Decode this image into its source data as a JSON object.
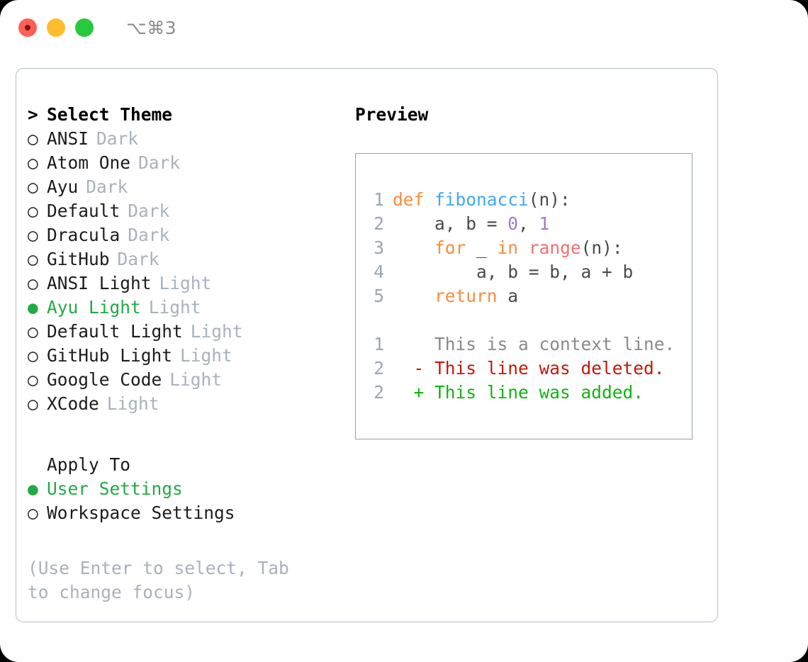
{
  "titlebar": {
    "dots": [
      {
        "name": "close-dot",
        "color": "#ff5f56"
      },
      {
        "name": "minimize-dot",
        "color": "#ffbd2e"
      },
      {
        "name": "maximize-dot",
        "color": "#27c93f"
      }
    ],
    "shortcut": "⌥⌘3"
  },
  "theme_picker": {
    "heading_marker": ">",
    "heading": "Select Theme",
    "items": [
      {
        "marker": "○",
        "label": "ANSI",
        "suffix": "Dark",
        "selected": false
      },
      {
        "marker": "○",
        "label": "Atom One",
        "suffix": "Dark",
        "selected": false
      },
      {
        "marker": "○",
        "label": "Ayu",
        "suffix": "Dark",
        "selected": false
      },
      {
        "marker": "○",
        "label": "Default",
        "suffix": "Dark",
        "selected": false
      },
      {
        "marker": "○",
        "label": "Dracula",
        "suffix": "Dark",
        "selected": false
      },
      {
        "marker": "○",
        "label": "GitHub",
        "suffix": "Dark",
        "selected": false
      },
      {
        "marker": "○",
        "label": "ANSI Light",
        "suffix": "Light",
        "selected": false
      },
      {
        "marker": "●",
        "label": "Ayu Light",
        "suffix": "Light",
        "selected": true
      },
      {
        "marker": "○",
        "label": "Default Light",
        "suffix": "Light",
        "selected": false
      },
      {
        "marker": "○",
        "label": "GitHub Light",
        "suffix": "Light",
        "selected": false
      },
      {
        "marker": "○",
        "label": "Google Code",
        "suffix": "Light",
        "selected": false
      },
      {
        "marker": "○",
        "label": "XCode",
        "suffix": "Light",
        "selected": false
      }
    ]
  },
  "apply_to": {
    "heading": "Apply To",
    "options": [
      {
        "marker": "●",
        "label": "User Settings",
        "selected": true
      },
      {
        "marker": "○",
        "label": "Workspace Settings",
        "selected": false
      }
    ]
  },
  "hint": "(Use Enter to select, Tab to change focus)",
  "preview": {
    "title": "Preview",
    "code_lines": [
      {
        "lineno": "1",
        "tokens": [
          {
            "t": "def ",
            "c": "kw"
          },
          {
            "t": "fibonacci",
            "c": "fn"
          },
          {
            "t": "(n):",
            "c": "txt"
          }
        ]
      },
      {
        "lineno": "2",
        "tokens": [
          {
            "t": "    a, b = ",
            "c": "txt"
          },
          {
            "t": "0",
            "c": "num"
          },
          {
            "t": ", ",
            "c": "txt"
          },
          {
            "t": "1",
            "c": "num"
          }
        ]
      },
      {
        "lineno": "3",
        "tokens": [
          {
            "t": "    ",
            "c": "txt"
          },
          {
            "t": "for",
            "c": "kw"
          },
          {
            "t": " _ ",
            "c": "txt"
          },
          {
            "t": "in",
            "c": "kw"
          },
          {
            "t": " ",
            "c": "txt"
          },
          {
            "t": "range",
            "c": "bi"
          },
          {
            "t": "(n):",
            "c": "txt"
          }
        ]
      },
      {
        "lineno": "4",
        "tokens": [
          {
            "t": "        a, b = b, a + b",
            "c": "txt"
          }
        ]
      },
      {
        "lineno": "5",
        "tokens": [
          {
            "t": "    ",
            "c": "txt"
          },
          {
            "t": "return",
            "c": "kw"
          },
          {
            "t": " a",
            "c": "txt"
          }
        ]
      }
    ],
    "diff_lines": [
      {
        "lineno": "1",
        "sign": " ",
        "text": "This is a context line.",
        "kind": "ctx"
      },
      {
        "lineno": "2",
        "sign": "-",
        "text": "This line was deleted.",
        "kind": "del"
      },
      {
        "lineno": "2",
        "sign": "+",
        "text": "This line was added.",
        "kind": "add"
      }
    ]
  },
  "colors": {
    "accent_green": "#22aa44",
    "muted": "#a9b2bd",
    "border": "#b4bdca",
    "panel_border": "#94a2b3",
    "keyword": "#fa8d3e",
    "function": "#3fa8f4",
    "number": "#a37acc",
    "builtin": "#f07171",
    "diff_add": "#12b312",
    "diff_del": "#c21807"
  }
}
